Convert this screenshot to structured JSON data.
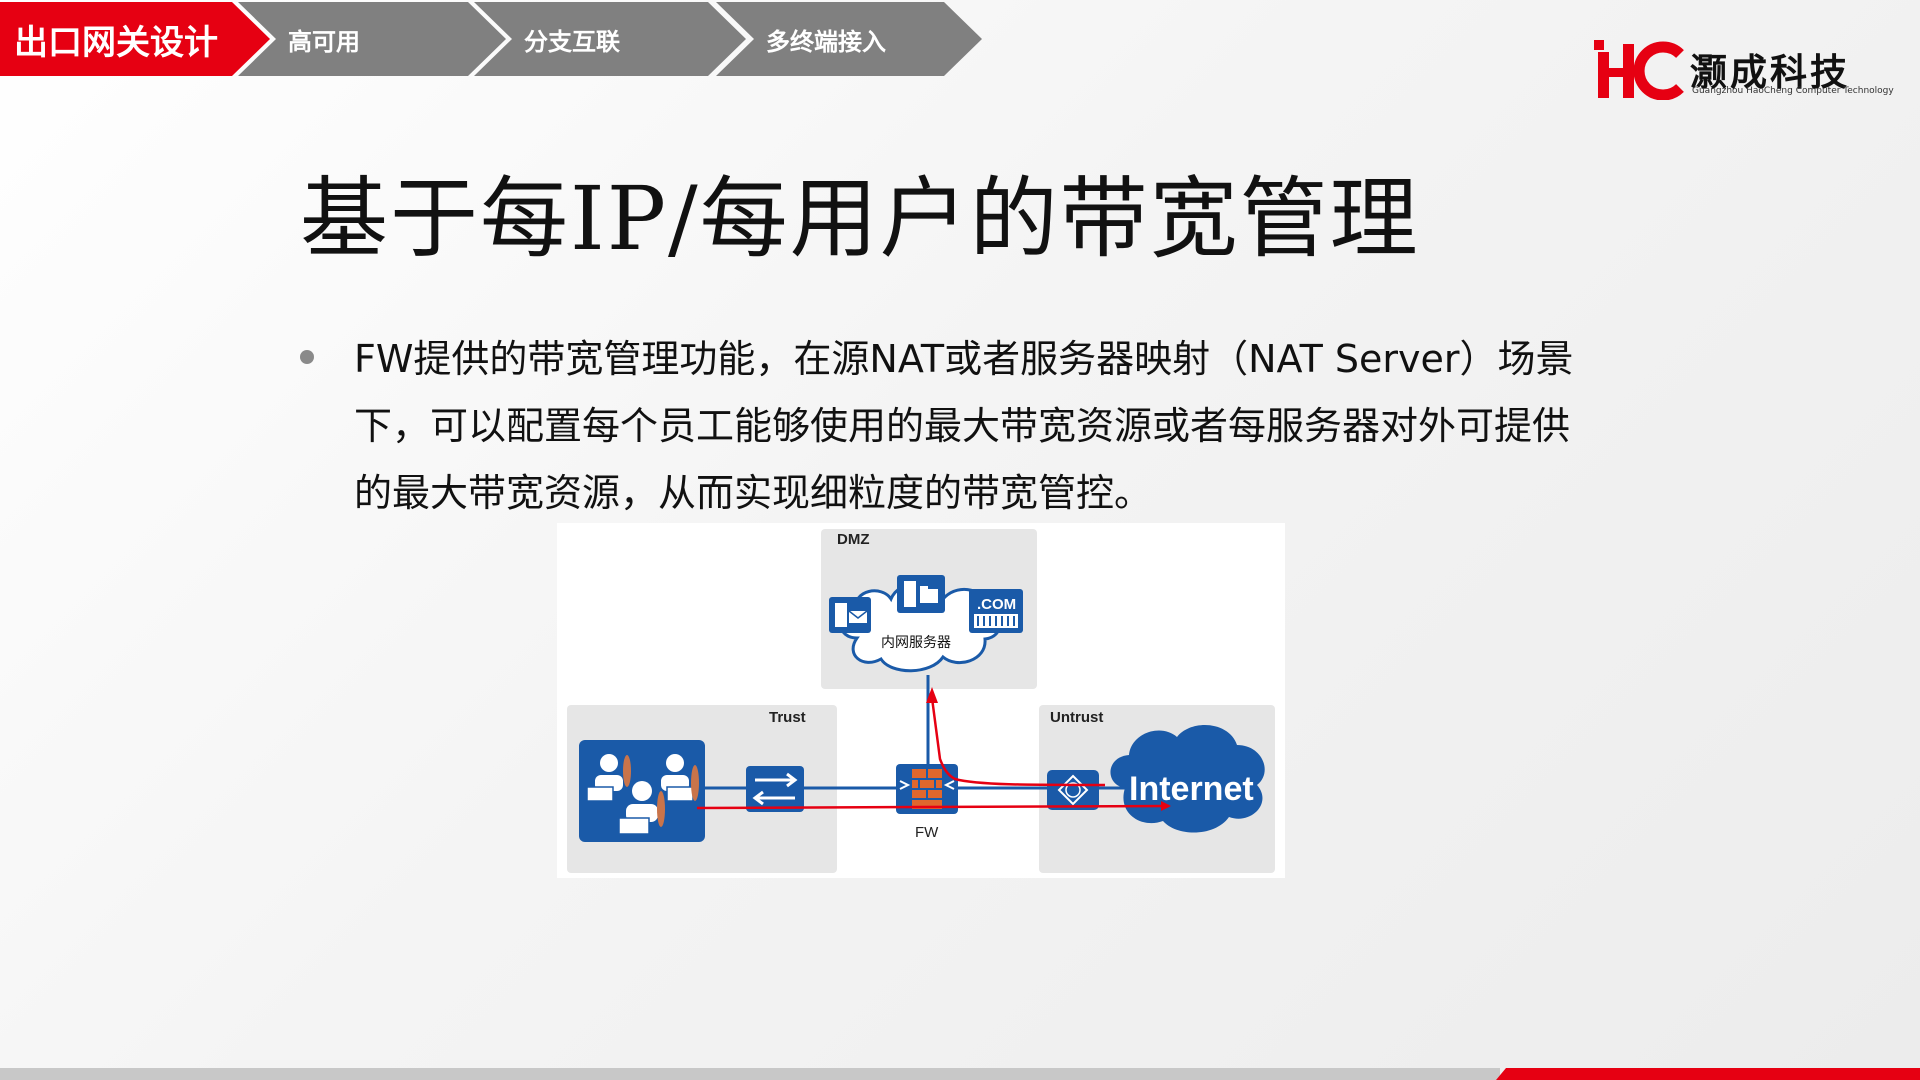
{
  "nav": {
    "active": "出口网关设计",
    "items": [
      "高可用",
      "分支互联",
      "多终端接入"
    ]
  },
  "logo": {
    "mark": "HC",
    "name": "灏成科技",
    "subtitle": "Guangzhou HaoCheng Computer Technology"
  },
  "title": "基于每IP/每用户的带宽管理",
  "body": "FW提供的带宽管理功能，在源NAT或者服务器映射（NAT Server）场景下，可以配置每个员工能够使用的最大带宽资源或者每服务器对外可提供的最大带宽资源，从而实现细粒度的带宽管控。",
  "diagram": {
    "zones": {
      "dmz": "DMZ",
      "trust": "Trust",
      "untrust": "Untrust"
    },
    "cloud_label": "内网服务器",
    "com_label": ".COM",
    "fw_label": "FW",
    "internet_label": "Internet"
  },
  "colors": {
    "accent_red": "#e60012",
    "nav_grey": "#808080",
    "diagram_blue": "#1a5aa8",
    "zone_grey": "#e6e6e6",
    "flow_red": "#e60012"
  }
}
